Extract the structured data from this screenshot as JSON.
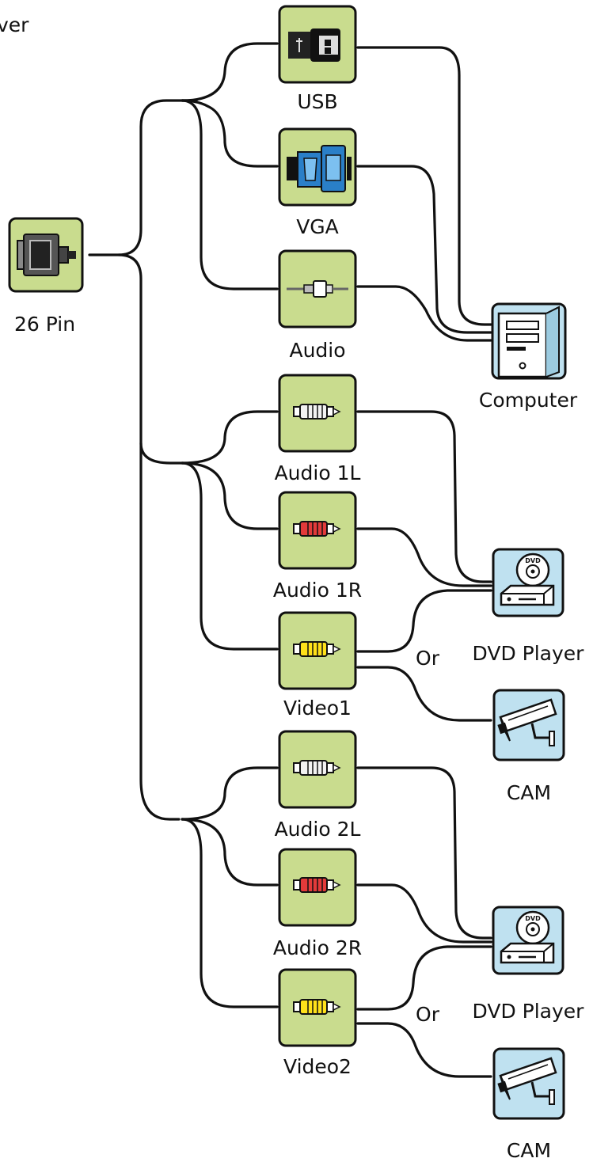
{
  "title_fragment": "ver",
  "colors": {
    "tile_green": "#c9dc8e",
    "tile_blue": "#bfe1f0",
    "rca_white": "#f2f2f2",
    "rca_red": "#e23a3a",
    "rca_yellow": "#ffe11a",
    "vga_blue": "#2a7fc8",
    "wire": "#111111"
  },
  "source": {
    "label": "26 Pin",
    "icon": "26-pin-connector-icon"
  },
  "connectors": [
    {
      "label": "USB",
      "icon": "usb-plug-icon"
    },
    {
      "label": "VGA",
      "icon": "vga-plug-icon"
    },
    {
      "label": "Audio",
      "icon": "audio-jack-icon"
    },
    {
      "label": "Audio 1L",
      "icon": "rca-white-icon"
    },
    {
      "label": "Audio 1R",
      "icon": "rca-red-icon"
    },
    {
      "label": "Video1",
      "icon": "rca-yellow-icon"
    },
    {
      "label": "Audio 2L",
      "icon": "rca-white-icon"
    },
    {
      "label": "Audio 2R",
      "icon": "rca-red-icon"
    },
    {
      "label": "Video2",
      "icon": "rca-yellow-icon"
    }
  ],
  "devices": [
    {
      "label": "Computer",
      "icon": "computer-tower-icon"
    },
    {
      "label": "DVD Player",
      "icon": "dvd-player-icon"
    },
    {
      "label": "CAM",
      "icon": "security-camera-icon"
    },
    {
      "label": "DVD Player",
      "icon": "dvd-player-icon"
    },
    {
      "label": "CAM",
      "icon": "security-camera-icon"
    }
  ],
  "or_labels": [
    "Or",
    "Or"
  ]
}
